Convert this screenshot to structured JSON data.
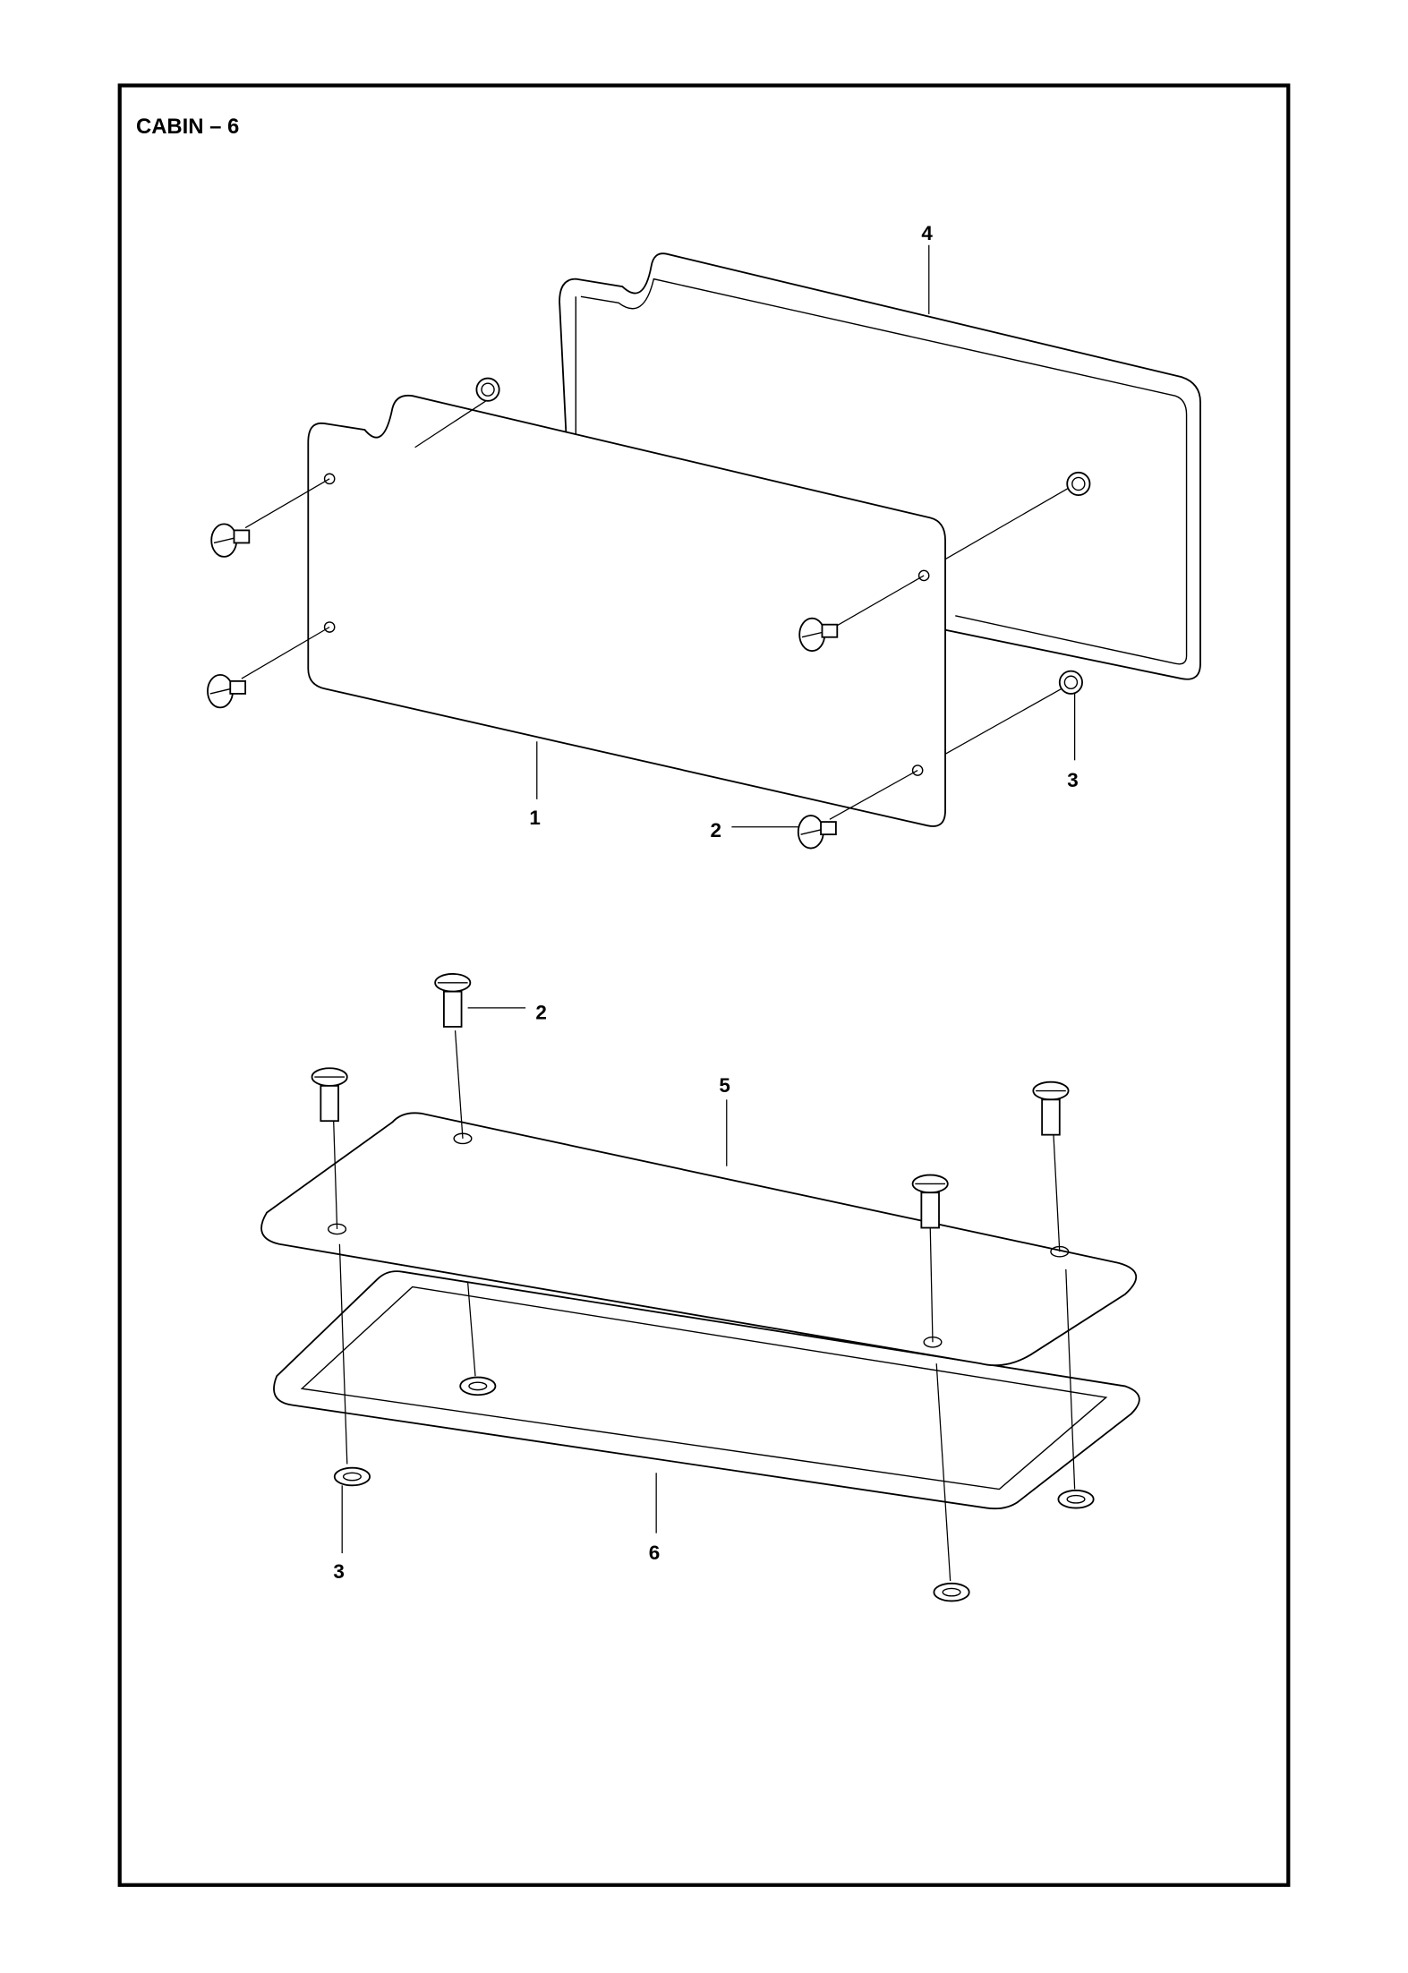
{
  "page": {
    "title": "CABIN – 6"
  },
  "callouts": [
    {
      "id": "callout-4",
      "label": "4"
    },
    {
      "id": "callout-1",
      "label": "1"
    },
    {
      "id": "callout-2-upper",
      "label": "2"
    },
    {
      "id": "callout-3-upper",
      "label": "3"
    },
    {
      "id": "callout-2-lower",
      "label": "2"
    },
    {
      "id": "callout-5",
      "label": "5"
    },
    {
      "id": "callout-3-lower",
      "label": "3"
    },
    {
      "id": "callout-6",
      "label": "6"
    }
  ]
}
